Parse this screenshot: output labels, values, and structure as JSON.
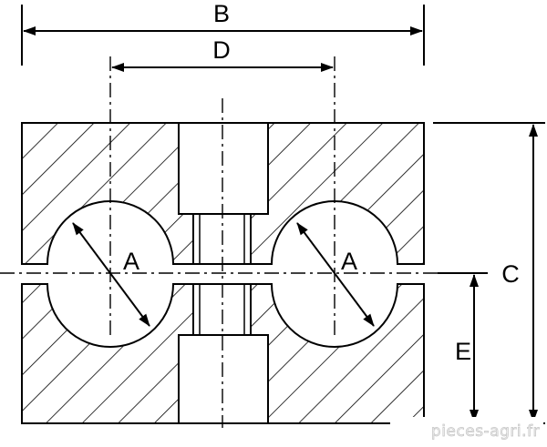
{
  "diagram": {
    "labels": {
      "b": "B",
      "d": "D",
      "a_left": "A",
      "a_right": "A",
      "c": "C",
      "e": "E"
    },
    "watermark": "pieces-agri.fr",
    "colors": {
      "line": "#000000",
      "background": "#ffffff",
      "watermark_fill": "#f2f2f2",
      "watermark_stroke": "#c4c4c4"
    }
  }
}
